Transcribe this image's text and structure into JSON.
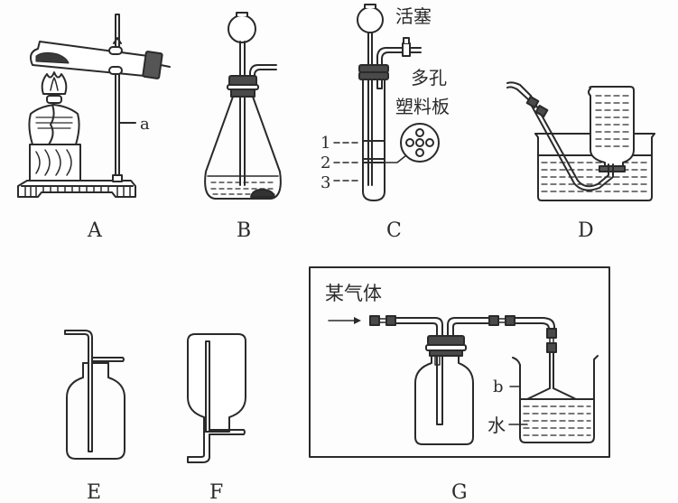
{
  "figure": {
    "panels": [
      {
        "id": "A",
        "label": "A",
        "name": "solid-heating-apparatus",
        "annotations": [
          {
            "text": "a",
            "refers_to": "iron-stand-rod"
          }
        ]
      },
      {
        "id": "B",
        "label": "B",
        "name": "conical-flask-with-funnel"
      },
      {
        "id": "C",
        "label": "C",
        "name": "test-tube-with-porous-plate",
        "annotations": [
          {
            "text": "活塞"
          },
          {
            "text": "多孔"
          },
          {
            "text": "塑料板"
          }
        ],
        "levels": [
          "1",
          "2",
          "3"
        ]
      },
      {
        "id": "D",
        "label": "D",
        "name": "water-displacement-collection"
      },
      {
        "id": "E",
        "label": "E",
        "name": "gas-washing-bottle"
      },
      {
        "id": "F",
        "label": "F",
        "name": "inverted-gas-bottle"
      },
      {
        "id": "G",
        "label": "G",
        "name": "gas-absorption-setup",
        "annotations": [
          {
            "text": "某气体"
          },
          {
            "text": "b"
          },
          {
            "text": "水"
          }
        ]
      }
    ]
  }
}
